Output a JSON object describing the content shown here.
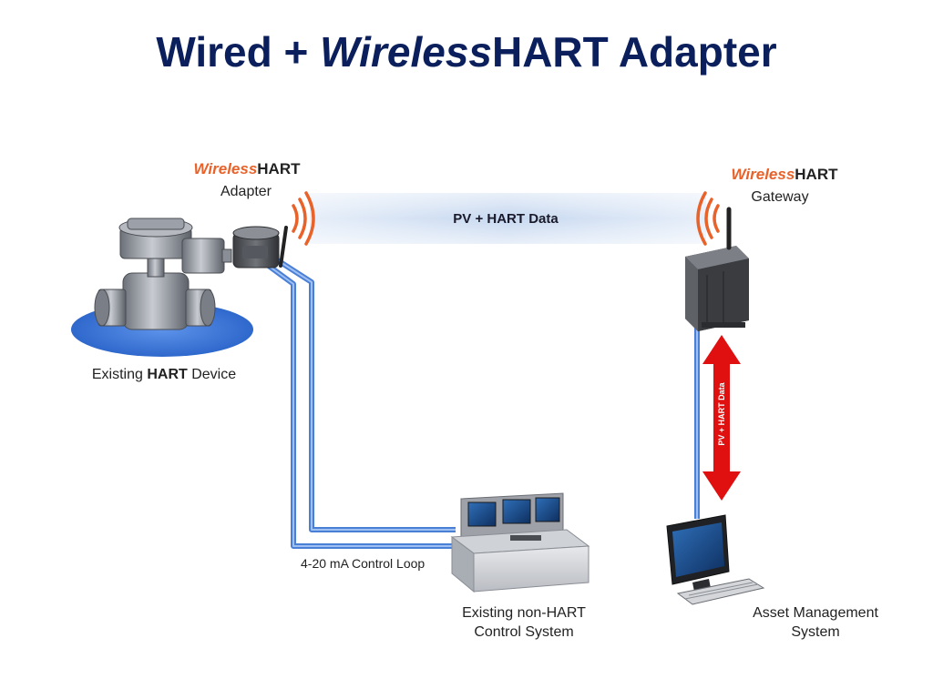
{
  "title": {
    "part1": "Wired + ",
    "part2": "Wireless",
    "part3": "HART Adapter"
  },
  "labels": {
    "adapter_wireless": "Wireless",
    "adapter_hart": "HART",
    "adapter_name": "Adapter",
    "gateway_wireless": "Wireless",
    "gateway_hart": "HART",
    "gateway_name": "Gateway",
    "device_prefix": "Existing ",
    "device_bold": "HART",
    "device_suffix": " Device",
    "wireless_link": "PV + HART Data",
    "vertical_link": "PV + HART Data",
    "control_loop": "4-20 mA Control Loop",
    "control_system_line1": "Existing non-HART",
    "control_system_line2": "Control System",
    "asset_line1": "Asset Management",
    "asset_line2": "System"
  },
  "colors": {
    "title": "#0a1f5c",
    "wireless_orange": "#e8622a",
    "wire_blue": "#4a7fd6",
    "band_blue": "#c9d9f0",
    "arrow_red": "#e01010",
    "device_ellipse": "#3f78d8"
  }
}
